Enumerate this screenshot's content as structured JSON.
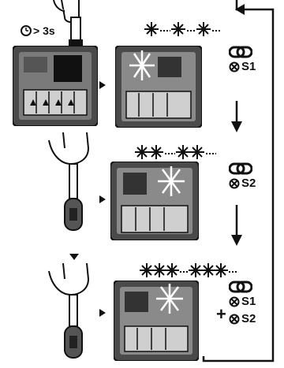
{
  "step1": {
    "hold_time": "> 3s",
    "signal": "S1"
  },
  "step2": {
    "signal": "S2"
  },
  "step3": {
    "signal_a": "S1",
    "plus": "+",
    "signal_b": "S2"
  },
  "colors": {
    "ink": "#111111",
    "panel_dark": "#4a4a4a",
    "panel_mid": "#7a7a7a",
    "panel_light": "#cfcfcf"
  }
}
